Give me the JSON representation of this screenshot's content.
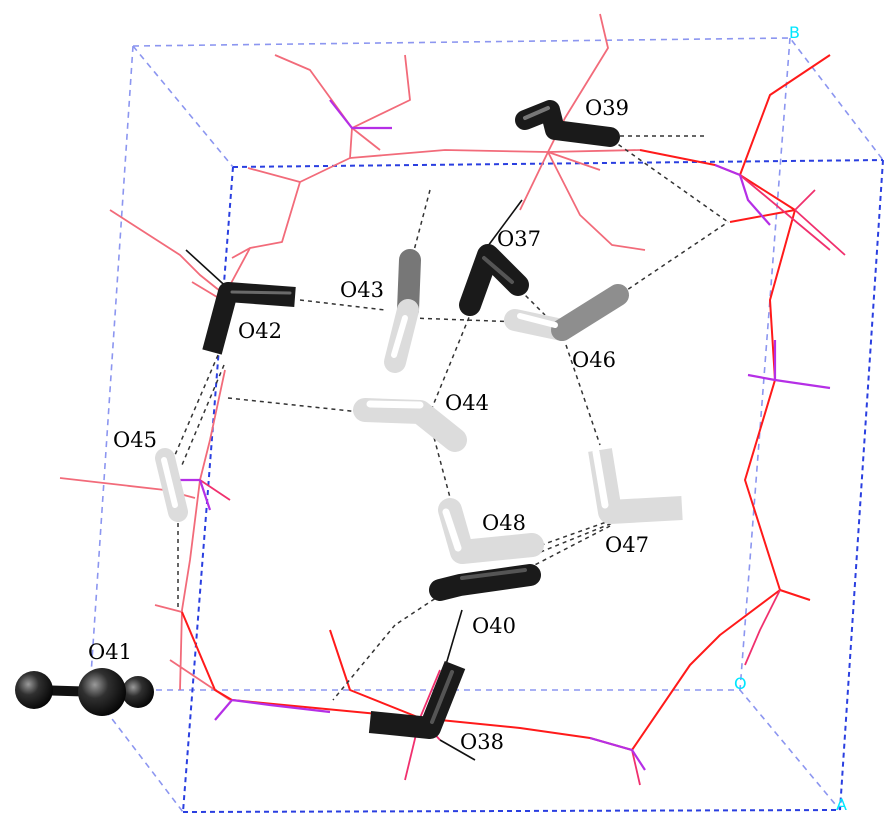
{
  "axis_labels": {
    "b": "B",
    "o": "O",
    "a": "A"
  },
  "atom_labels": {
    "o37": "O37",
    "o38": "O38",
    "o39": "O39",
    "o40": "O40",
    "o41": "O41",
    "o42": "O42",
    "o43": "O43",
    "o44": "O44",
    "o45": "O45",
    "o46": "O46",
    "o47": "O47",
    "o48": "O48"
  },
  "colors": {
    "cell_front": "#2a3fe0",
    "cell_back": "#8c96f0",
    "framework_light": "#f26b7a",
    "framework_red": "#ff1a1a",
    "framework_pink": "#f0306e",
    "framework_purple": "#b52fe6",
    "hbond": "#333333",
    "axis_label": "#00e6ff"
  }
}
